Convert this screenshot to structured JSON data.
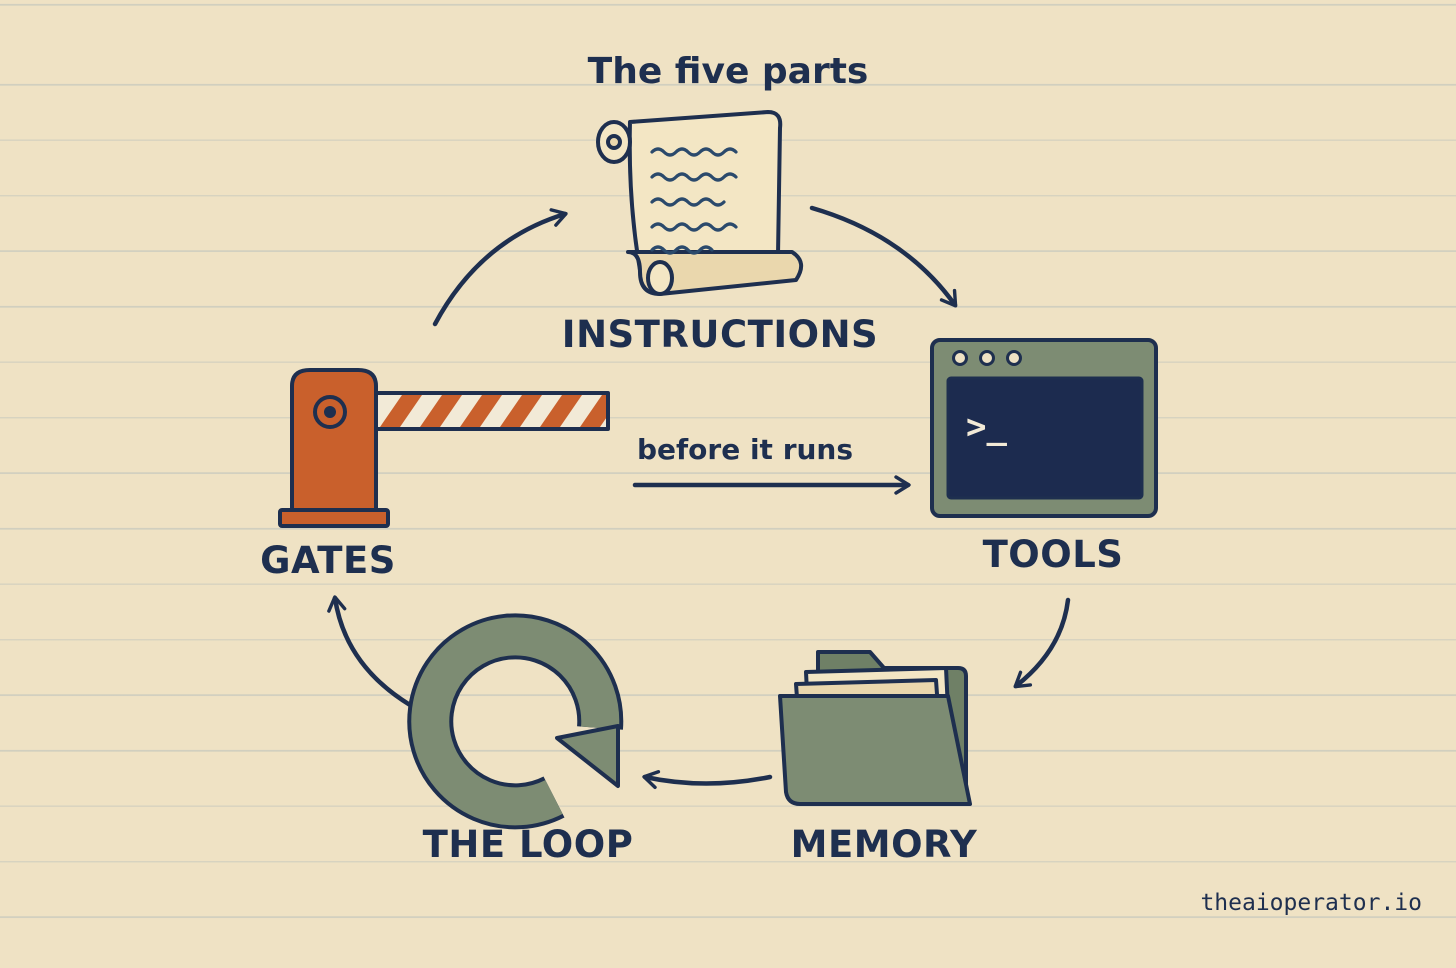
{
  "diagram": {
    "title": "The five parts",
    "nodes": [
      {
        "id": "instructions",
        "label": "INSTRUCTIONS",
        "icon": "scroll-icon"
      },
      {
        "id": "tools",
        "label": "TOOLS",
        "icon": "terminal-window-icon"
      },
      {
        "id": "memory",
        "label": "MEMORY",
        "icon": "folder-icon"
      },
      {
        "id": "loop",
        "label": "THE LOOP",
        "icon": "loop-arrow-icon"
      },
      {
        "id": "gates",
        "label": "GATES",
        "icon": "barrier-gate-icon"
      }
    ],
    "edges": [
      {
        "from": "instructions",
        "to": "tools"
      },
      {
        "from": "tools",
        "to": "memory"
      },
      {
        "from": "memory",
        "to": "loop"
      },
      {
        "from": "loop",
        "to": "gates"
      },
      {
        "from": "gates",
        "to": "instructions"
      },
      {
        "from": "gates",
        "to": "tools",
        "label": "before it runs"
      }
    ],
    "terminal_prompt": ">_"
  },
  "footer": {
    "watermark": "theaioperator.io"
  },
  "colors": {
    "paper": "#efe2c4",
    "ink": "#1e2f4f",
    "barrier_orange": "#c9602c",
    "sage_green": "#7d8c73",
    "terminal_screen": "#1c2b4f",
    "scroll_paper": "#f3e6c4"
  }
}
